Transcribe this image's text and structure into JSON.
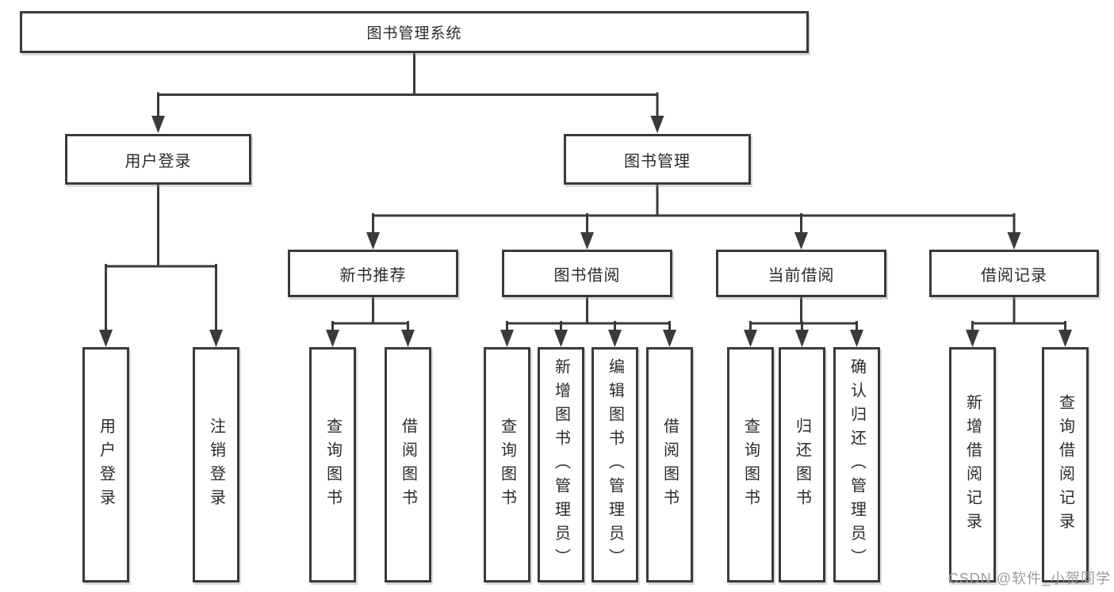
{
  "colors": {
    "background": "#ffffff",
    "line": "#3a3a3a",
    "text": "#2b2b2b",
    "watermark": "#9b9ba0"
  },
  "tree": {
    "root": {
      "label": "图书管理系统"
    },
    "level1": [
      {
        "id": "user-login",
        "label": "用户登录"
      },
      {
        "id": "book-management",
        "label": "图书管理"
      }
    ],
    "level2": [
      {
        "id": "new-book-recommend",
        "parent": "图书管理",
        "label": "新书推荐"
      },
      {
        "id": "book-borrow",
        "parent": "图书管理",
        "label": "图书借阅"
      },
      {
        "id": "current-borrow",
        "parent": "图书管理",
        "label": "当前借阅"
      },
      {
        "id": "borrow-records",
        "parent": "图书管理",
        "label": "借阅记录"
      }
    ],
    "leaves": [
      {
        "parent": "用户登录",
        "label": "用户登录"
      },
      {
        "parent": "用户登录",
        "label": "注销登录"
      },
      {
        "parent": "新书推荐",
        "label": "查询图书"
      },
      {
        "parent": "新书推荐",
        "label": "借阅图书"
      },
      {
        "parent": "图书借阅",
        "label": "查询图书"
      },
      {
        "parent": "图书借阅",
        "label": "新增图书（管理员）"
      },
      {
        "parent": "图书借阅",
        "label": "编辑图书（管理员）"
      },
      {
        "parent": "图书借阅",
        "label": "借阅图书"
      },
      {
        "parent": "当前借阅",
        "label": "查询图书"
      },
      {
        "parent": "当前借阅",
        "label": "归还图书"
      },
      {
        "parent": "当前借阅",
        "label": "确认归还（管理员）"
      },
      {
        "parent": "借阅记录",
        "label": "新增借阅记录"
      },
      {
        "parent": "借阅记录",
        "label": "查询借阅记录"
      }
    ]
  },
  "watermark": {
    "text": "CSDN @软件_小贺同学"
  }
}
